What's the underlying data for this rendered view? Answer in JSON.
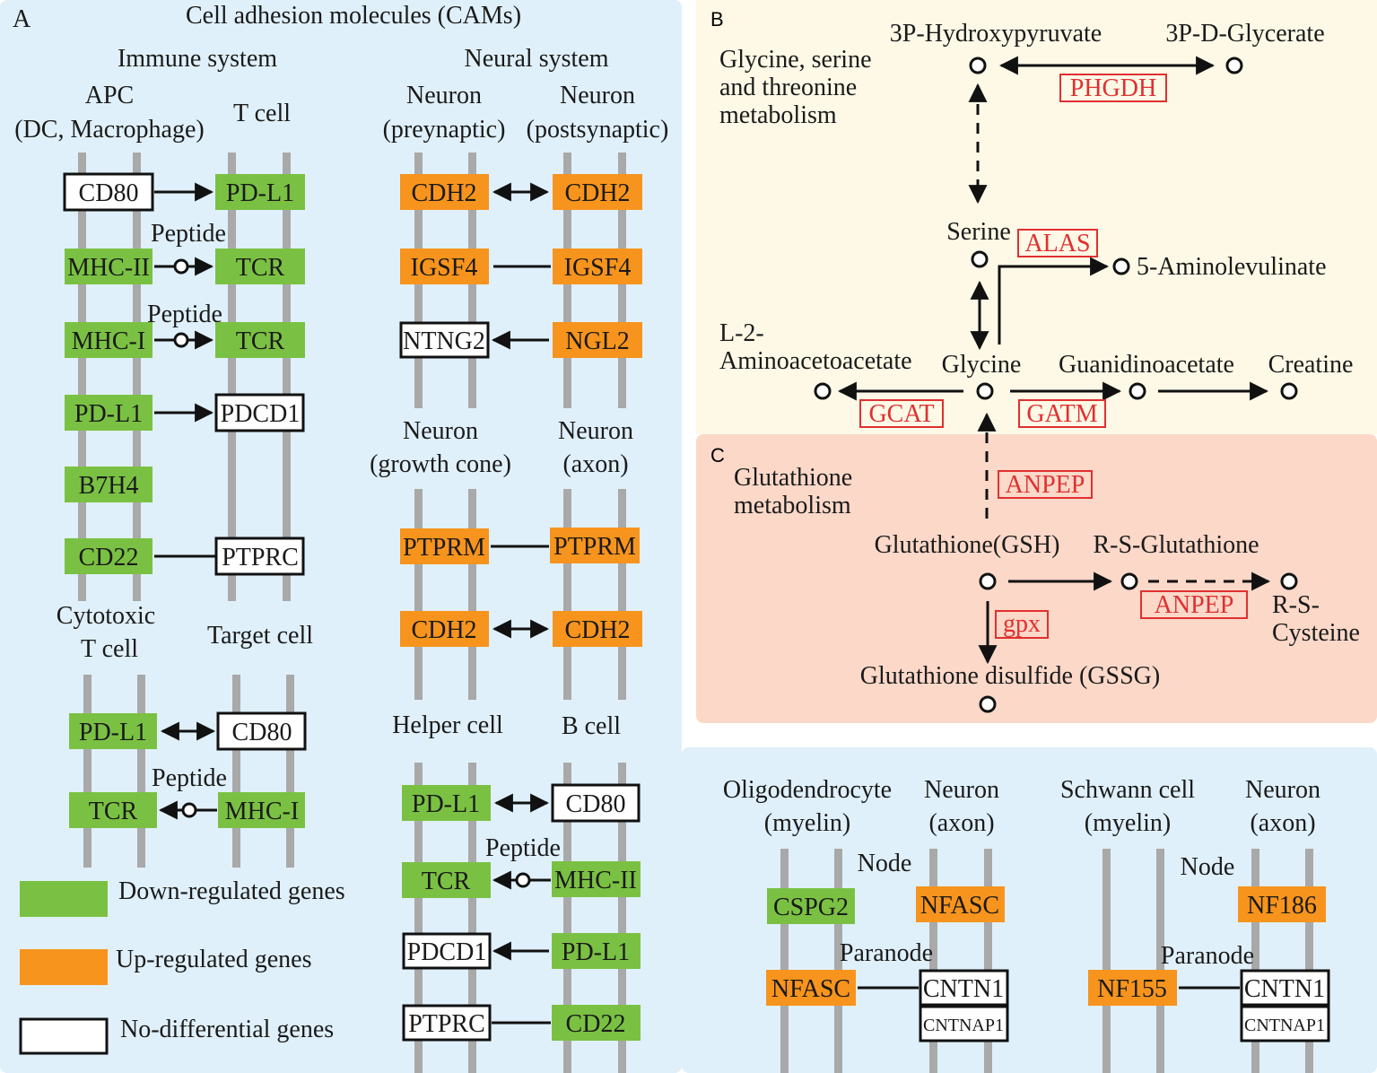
{
  "panel_a": {
    "letter": "A",
    "title": "Cell adhesion molecules (CAMs)",
    "immune_header": "Immune system",
    "neural_header": "Neural system",
    "apc_line1": "APC",
    "apc_line2": "(DC, Macrophage)",
    "tcell": "T cell",
    "neuron_pre_line1": "Neuron",
    "neuron_pre_line2": "(preynaptic)",
    "neuron_post_line1": "Neuron",
    "neuron_post_line2": "(postsynaptic)",
    "growth_line1": "Neuron",
    "growth_line2": "(growth cone)",
    "axon_line1": "Neuron",
    "axon_line2": "(axon)",
    "ctl_line1": "Cytotoxic",
    "ctl_line2": "T cell",
    "target_cell": "Target cell",
    "helper_cell": "Helper cell",
    "b_cell": "B cell",
    "peptide": "Peptide",
    "genes": {
      "cd80_a": "CD80",
      "pdl1_a": "PD-L1",
      "mhc2_a": "MHC-II",
      "tcr_a": "TCR",
      "mhc1_a": "MHC-I",
      "tcr_b": "TCR",
      "pdl1_b": "PD-L1",
      "pdcd1_a": "PDCD1",
      "b7h4": "B7H4",
      "cd22_a": "CD22",
      "ptprc_a": "PTPRC",
      "pdl1_c": "PD-L1",
      "cd80_b": "CD80",
      "tcr_c": "TCR",
      "mhc1_b": "MHC-I",
      "cdh2_a": "CDH2",
      "cdh2_b": "CDH2",
      "igsf4_a": "IGSF4",
      "igsf4_b": "IGSF4",
      "ntng2": "NTNG2",
      "ngl2": "NGL2",
      "ptprm_a": "PTPRM",
      "ptprm_b": "PTPRM",
      "cdh2_c": "CDH2",
      "cdh2_d": "CDH2",
      "pdl1_d": "PD-L1",
      "cd80_c": "CD80",
      "tcr_d": "TCR",
      "mhc2_b": "MHC-II",
      "pdcd1_b": "PDCD1",
      "pdl1_e": "PD-L1",
      "ptprc_b": "PTPRC",
      "cd22_b": "CD22"
    },
    "legend": {
      "down": "Down-regulated genes",
      "up": "Up-regulated genes",
      "nodiff": "No-differential genes"
    }
  },
  "panel_b": {
    "letter": "B",
    "pathway_line1": "Glycine, serine",
    "pathway_line2": "and threonine",
    "pathway_line3": "metabolism",
    "hydroxypyruvate": "3P-Hydroxypyruvate",
    "glycerate": "3P-D-Glycerate",
    "serine": "Serine",
    "aminolevulinate": "5-Aminolevulinate",
    "aminoacetoacetate_line1": "L-2-",
    "aminoacetoacetate_line2": "Aminoacetoacetate",
    "glycine": "Glycine",
    "guanidinoacetate": "Guanidinoacetate",
    "creatine": "Creatine",
    "enzymes": {
      "phgdh": "PHGDH",
      "alas": "ALAS",
      "gcat": "GCAT",
      "gatm": "GATM"
    }
  },
  "panel_c": {
    "letter": "C",
    "pathway_line1": "Glutathione",
    "pathway_line2": "metabolism",
    "gsh": "Glutathione(GSH)",
    "rsg": "R-S-Glutathione",
    "rsc_line1": "R-S-",
    "rsc_line2": "Cysteine",
    "gssg": "Glutathione disulfide (GSSG)",
    "enzymes": {
      "anpep_a": "ANPEP",
      "anpep_b": "ANPEP",
      "gpx": "gpx"
    }
  },
  "panel_d": {
    "oligo_line1": "Oligodendrocyte",
    "oligo_line2": "(myelin)",
    "neuron1_line1": "Neuron",
    "neuron1_line2": "(axon)",
    "schwann_line1": "Schwann cell",
    "schwann_line2": "(myelin)",
    "neuron2_line1": "Neuron",
    "neuron2_line2": "(axon)",
    "node1": "Node",
    "node2": "Node",
    "paranode1": "Paranode",
    "paranode2": "Paranode",
    "genes": {
      "cspg2": "CSPG2",
      "nfasc_a": "NFASC",
      "nfasc_b": "NFASC",
      "cntn1_a": "CNTN1",
      "cntnap1_a": "CNTNAP1",
      "nf186": "NF186",
      "nf155": "NF155",
      "cntn1_b": "CNTN1",
      "cntnap1_b": "CNTNAP1"
    }
  },
  "colors": {
    "panel_blue": "#dff0fa",
    "panel_yellow": "#fdf9e6",
    "panel_salmon": "#fbd8c8",
    "down_green": "#7ac143",
    "up_orange": "#f7941d",
    "enzyme_red": "#e03030",
    "membrane_gray": "#a9a9a9"
  }
}
